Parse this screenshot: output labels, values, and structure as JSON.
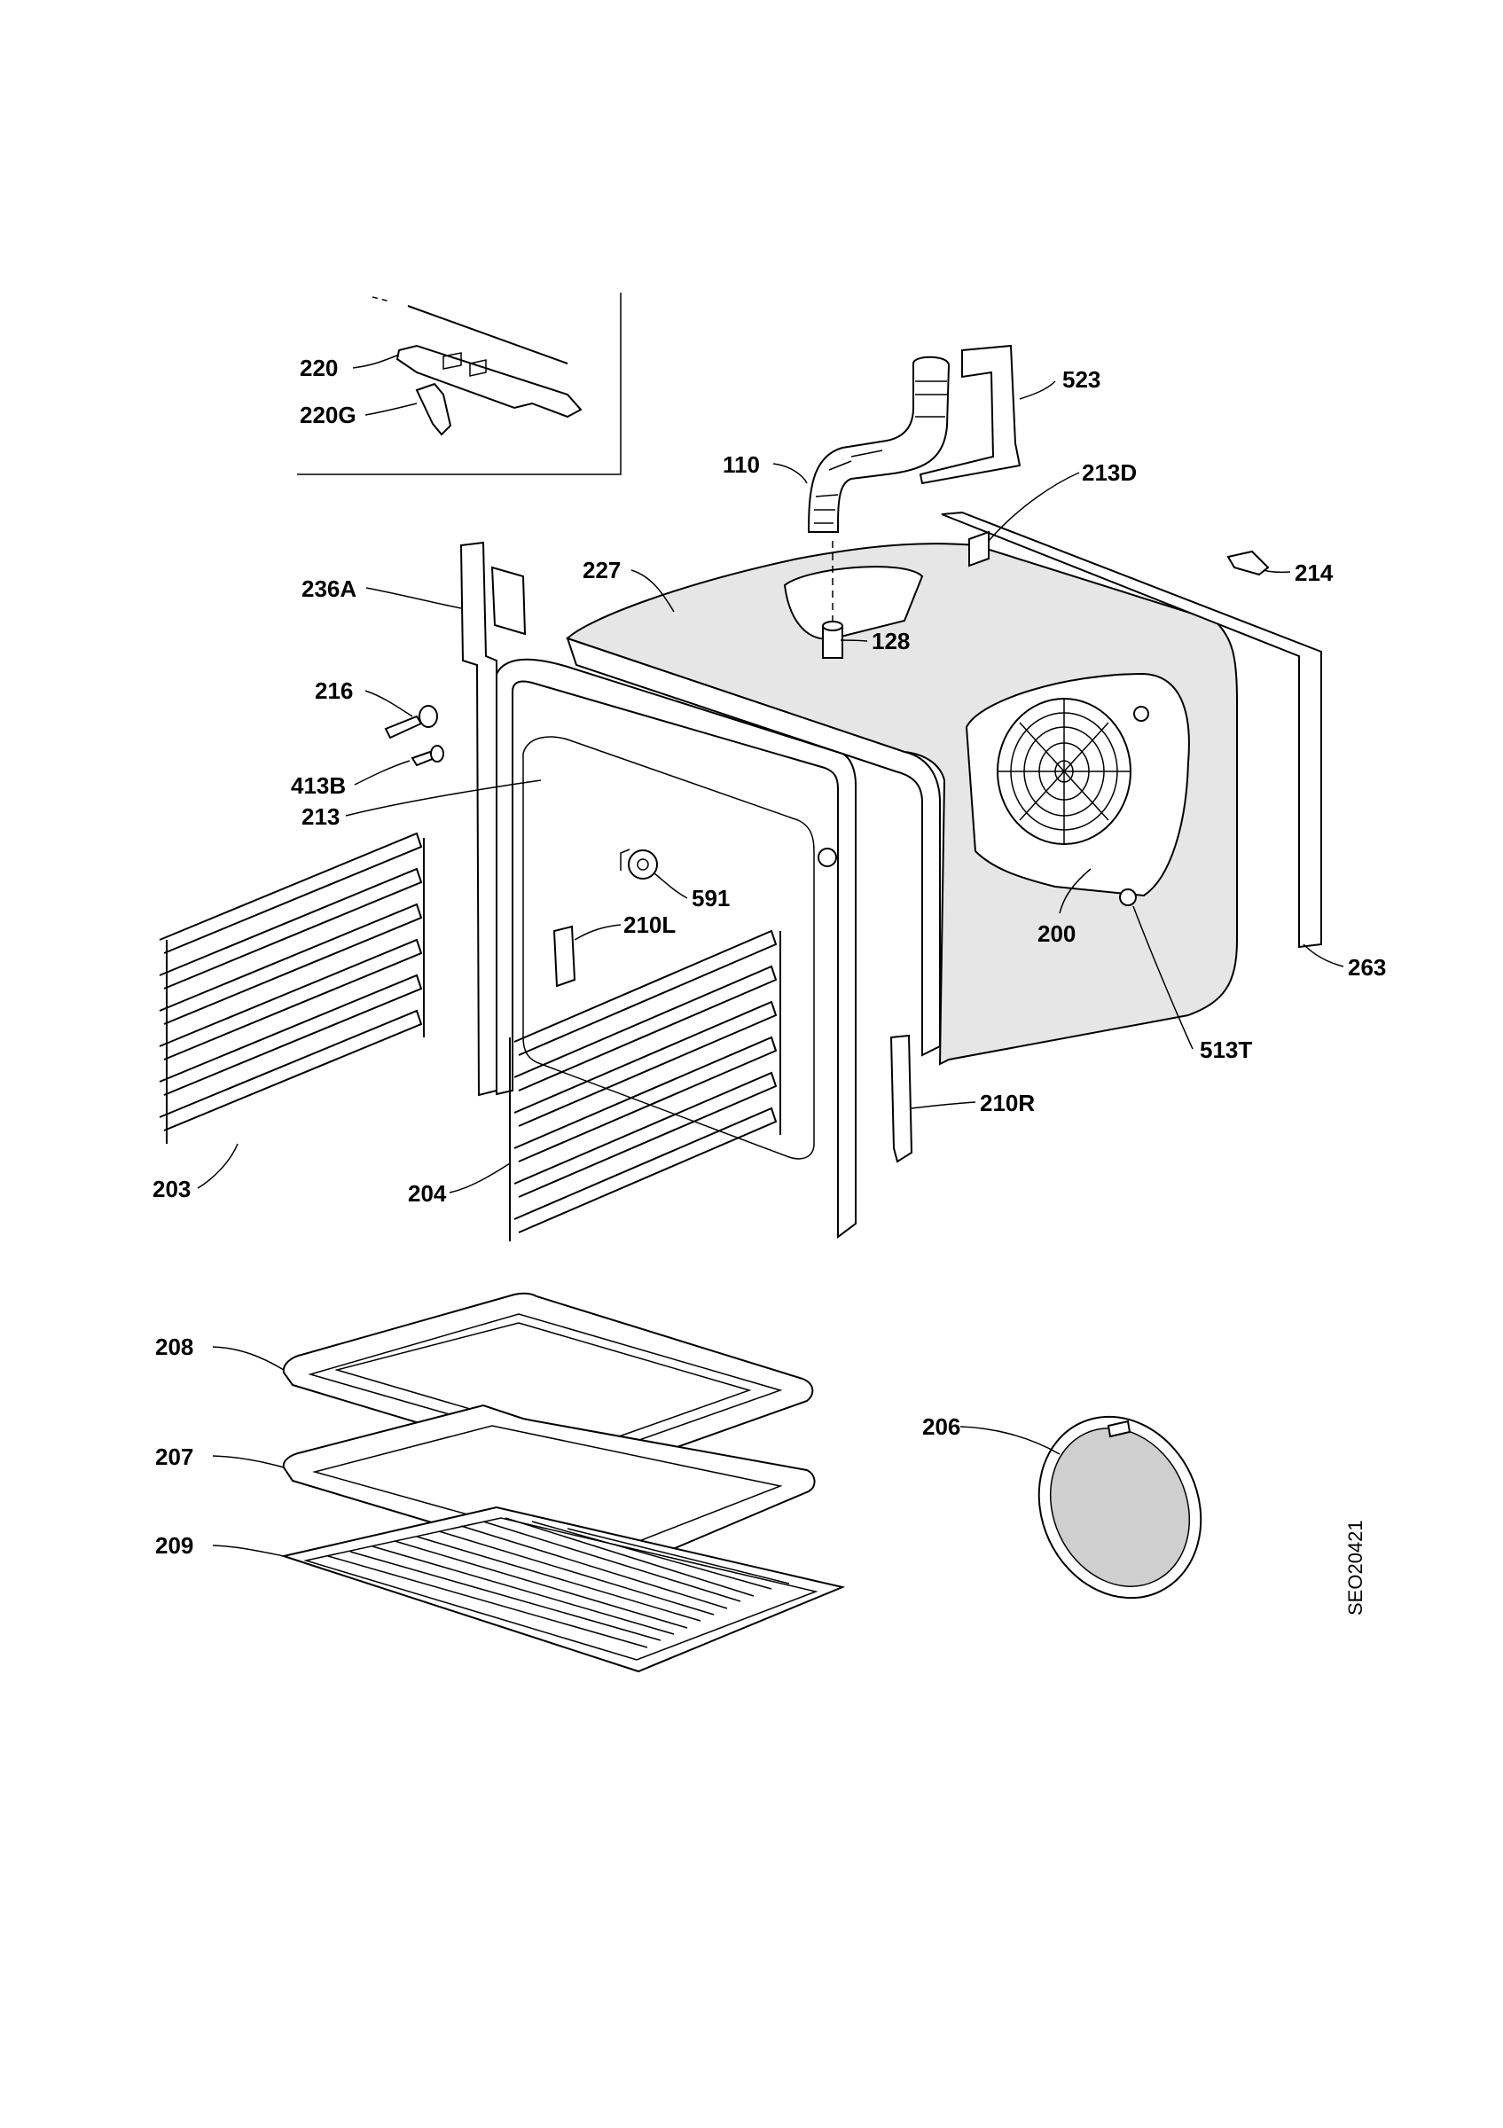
{
  "diagram": {
    "drawing_code": "SEO20421",
    "labels": {
      "l220": "220",
      "l220G": "220G",
      "l523": "523",
      "l110": "110",
      "l213D": "213D",
      "l227": "227",
      "l236A": "236A",
      "l214": "214",
      "l128": "128",
      "l216": "216",
      "l413B": "413B",
      "l213": "213",
      "l591": "591",
      "l210L": "210L",
      "l200": "200",
      "l263": "263",
      "l513T": "513T",
      "l210R": "210R",
      "l203": "203",
      "l204": "204",
      "l208": "208",
      "l206": "206",
      "l207": "207",
      "l209": "209"
    }
  }
}
